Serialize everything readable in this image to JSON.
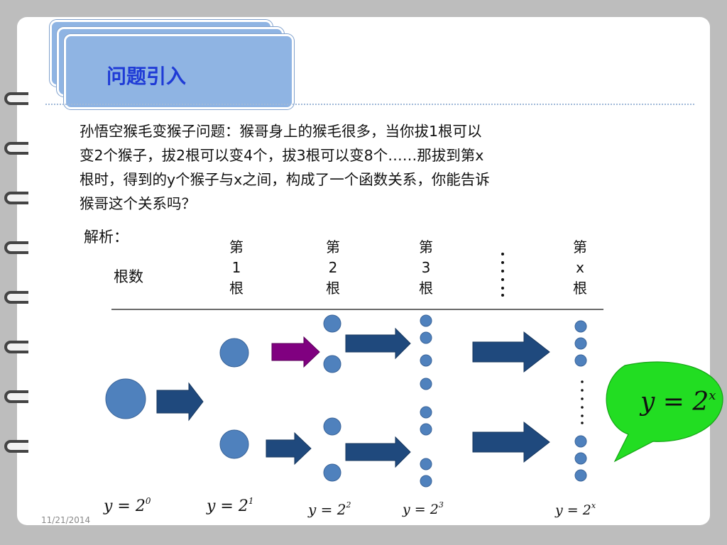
{
  "slide": {
    "title": "问题引入",
    "paragraph_lines": [
      "孙悟空猴毛变猴子问题：猴哥身上的猴毛很多，当你拔1根可以",
      "变2个猴子，拔2根可以变4个，拔3根可以变8个……那拔到第x",
      "根时，得到的y个猴子与x之间，构成了一个函数关系，你能告诉",
      "猴哥这个关系吗？"
    ],
    "analysis_label": "解析：",
    "row_label": "根数",
    "columns": [
      {
        "l1": "第",
        "l2": "1",
        "l3": "根"
      },
      {
        "l1": "第",
        "l2": "2",
        "l3": "根"
      },
      {
        "l1": "第",
        "l2": "3",
        "l3": "根"
      },
      {
        "l1": "第",
        "l2": "x",
        "l3": "根"
      }
    ],
    "equations": [
      {
        "base": "y = 2",
        "exp": "0"
      },
      {
        "base": "y = 2",
        "exp": "1"
      },
      {
        "base": "y = 2",
        "exp": "2"
      },
      {
        "base": "y = 2",
        "exp": "3"
      },
      {
        "base": "y = 2",
        "exp": "x"
      }
    ],
    "bubble": {
      "base": "y = 2",
      "exp": "x",
      "fill": "#22dd22"
    },
    "date": "11/21/2014",
    "colors": {
      "circle": "#4f81bd",
      "arrow": "#1f497d",
      "accent_arrow": "#800080",
      "title_bg": "#8fb4e3"
    }
  }
}
